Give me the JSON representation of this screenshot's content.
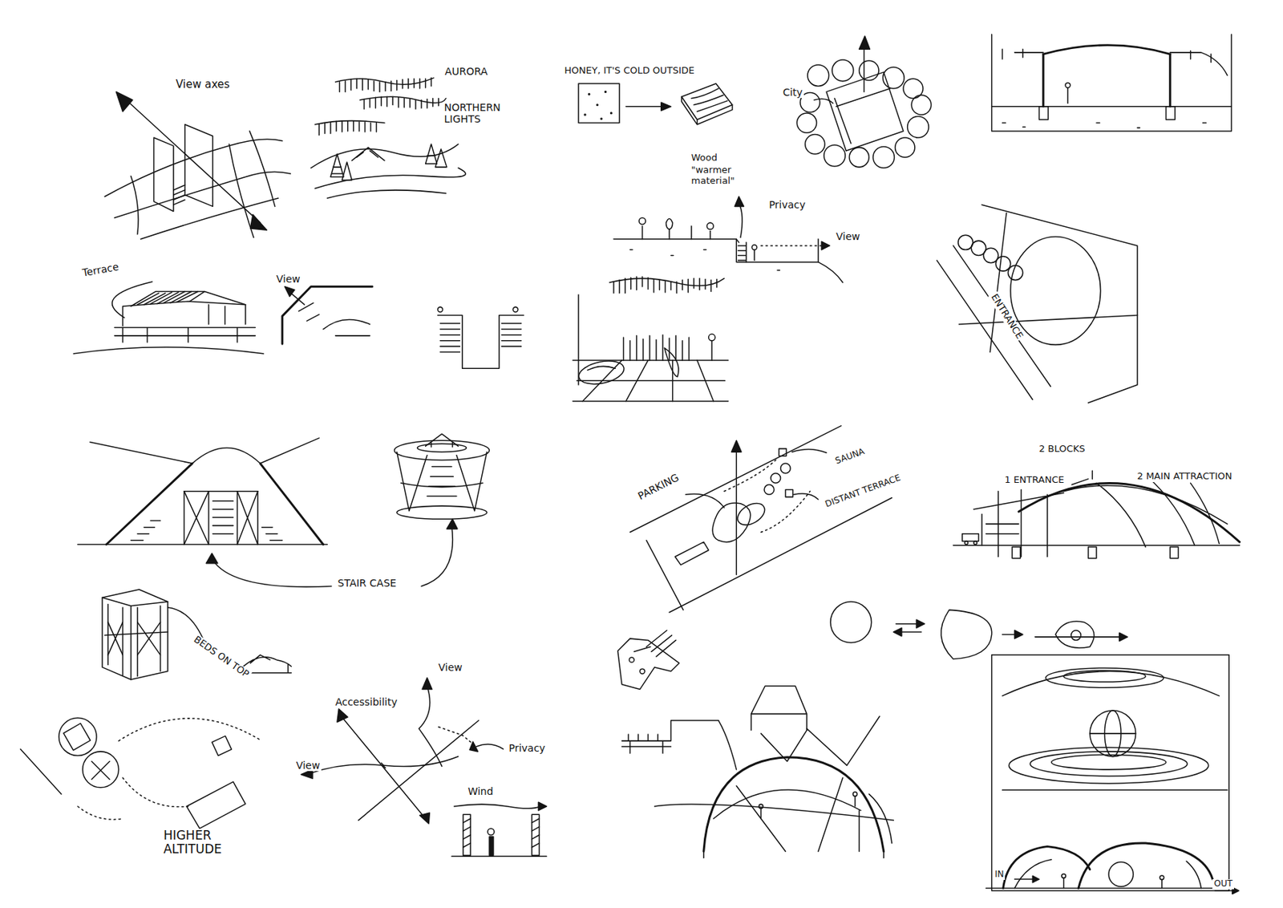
{
  "diagram": {
    "labels": [
      "View axes",
      "AURORA",
      "HONEY, IT'S COLD OUTSIDE",
      "City",
      "NORTHERN LIGHTS",
      "Wood",
      "\"warmer material\"",
      "Privacy",
      "View",
      "ENTRANCE",
      "Terrace",
      "View",
      "PARKING",
      "SAUNA",
      "DISTANT TERRACE",
      "2 BLOCKS",
      "1 ENTRANCE",
      "2 MAIN ATTRACTION",
      "STAIR CASE",
      "BEDS ON TOP",
      "View",
      "Accessibility",
      "View",
      "Privacy",
      "Wind",
      "HIGHER ALTITUDE",
      "IN",
      "OUT"
    ]
  }
}
